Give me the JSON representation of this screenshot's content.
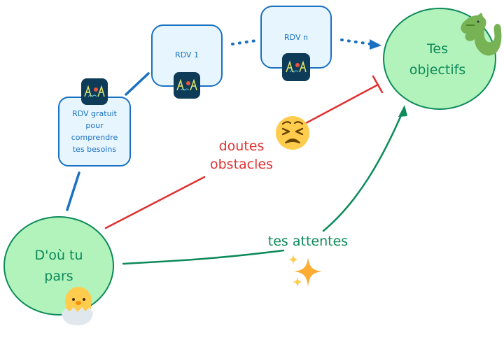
{
  "nodes": {
    "start": {
      "label_line1": "D'où tu",
      "label_line2": "pars"
    },
    "goal": {
      "label_line1": "Tes",
      "label_line2": "objectifs"
    },
    "rdv_free": {
      "lines": [
        "RDV gratuit",
        "pour",
        "comprendre",
        "tes besoins"
      ]
    },
    "rdv_1": {
      "label": "RDV 1"
    },
    "rdv_n": {
      "label": "RDV n"
    }
  },
  "edges": {
    "obstacles": {
      "line1": "doutes",
      "line2": "obstacles"
    },
    "expectations": {
      "label": "tes attentes"
    }
  },
  "logo": {
    "text": "APA"
  },
  "icons": {
    "chick": "hatching-chick-icon",
    "dragon": "dragon-icon",
    "persevering_face": "persevering-face-icon",
    "sparkles": "sparkles-icon"
  },
  "colors": {
    "box_stroke": "#1971c2",
    "box_fill": "#e7f5ff",
    "circle_stroke": "#0c8a5a",
    "circle_fill": "#b2f2bb",
    "obstacle_red": "#e03131",
    "logo_bg": "#0e3b57"
  }
}
